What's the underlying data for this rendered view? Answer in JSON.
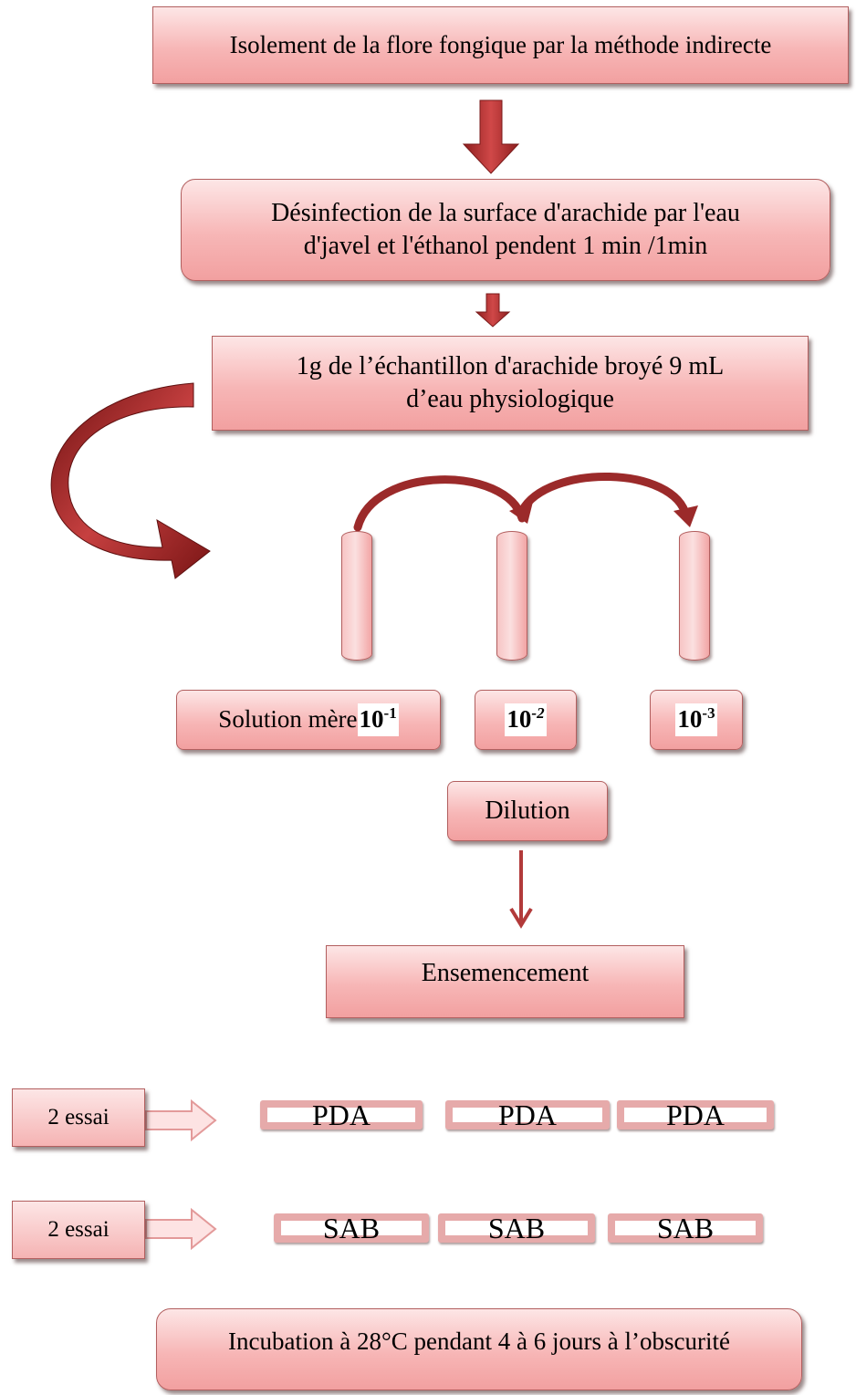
{
  "step_isolation": "Isolement de la flore fongique par la méthode indirecte",
  "step_disinfection_line1": "Désinfection de la surface d'arachide par l'eau",
  "step_disinfection_line2": "d'javel et l'éthanol pendent 1 min /1min",
  "step_sample_line1": "1g de l’échantillon d'arachide broyé 9 mL",
  "step_sample_line2": "d’eau   physiologique",
  "dilution_series": [
    {
      "prefix": "Solution mère ",
      "base": "10",
      "exponent": "-1"
    },
    {
      "prefix": "",
      "base": "10",
      "exponent": "-2"
    },
    {
      "prefix": "",
      "base": "10",
      "exponent": "-3"
    }
  ],
  "step_dilution": "Dilution",
  "step_seeding": "Ensemencement",
  "media_rows": [
    {
      "trial_label": "2 essai",
      "plates": [
        "PDA",
        "PDA",
        "PDA"
      ]
    },
    {
      "trial_label": "2 essai",
      "plates": [
        "SAB",
        "SAB",
        "SAB"
      ]
    }
  ],
  "step_incubation": "Incubation à 28°C pendant 4 à 6 jours à l’obscurité",
  "colors": {
    "box_fill": "#f7b6b6",
    "box_border": "#b25f5f",
    "arrow_dark": "#a52a2a",
    "arrow_mid": "#c0392b",
    "dish_rim": "#e6aaaa"
  }
}
